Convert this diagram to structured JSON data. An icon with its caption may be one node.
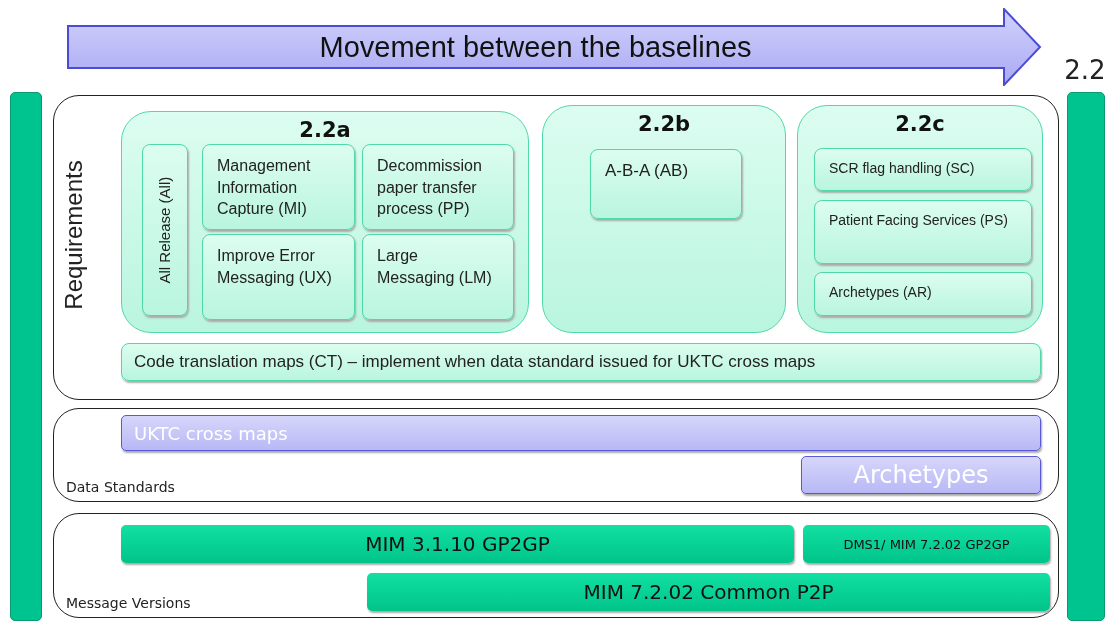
{
  "diagram": {
    "nodes": [
      {
        "text": [
          "Movement between the baselines"
        ]
      },
      {
        "text": [
          "2.2"
        ]
      },
      {
        "text": [],
        "shape": "bar"
      },
      {
        "text": [
          "Requirements"
        ]
      },
      {
        "text": [
          "2.2a"
        ],
        "in": 3
      },
      {
        "text": [
          "All Release (All)"
        ],
        "in": 4
      },
      {
        "text": [
          "Management Information Capture (MI)"
        ],
        "in": 4
      },
      {
        "text": [
          "Decommission paper transfer process (PP)"
        ],
        "in": 4
      },
      {
        "text": [
          "Improve Error Messaging (UX)"
        ],
        "in": 4
      },
      {
        "text": [
          "Large Messaging (LM)"
        ],
        "in": 4
      },
      {
        "text": [
          "2.2b"
        ],
        "in": 3
      },
      {
        "text": [
          "A-B-A (AB)"
        ],
        "in": 10
      },
      {
        "text": [
          "2.2c"
        ],
        "in": 3
      },
      {
        "text": [
          "SCR flag handling (SC)"
        ],
        "in": 12
      },
      {
        "text": [
          "Patient Facing Services (PS)"
        ],
        "in": 12
      },
      {
        "text": [
          "Archetypes (AR)"
        ],
        "in": 12
      },
      {
        "text": [
          "Code translation maps (CT) – implement when data standard issued for UKTC cross maps"
        ],
        "in": 3
      },
      {
        "text": [
          "Data Standards"
        ]
      },
      {
        "text": [
          "UKTC cross maps"
        ],
        "in": 17
      },
      {
        "text": [
          "Archetypes"
        ],
        "in": 17
      },
      {
        "text": [
          "Message Versions"
        ]
      },
      {
        "text": [
          "MIM 3.1.10 GP2GP"
        ],
        "in": 20
      },
      {
        "text": [
          "DMS1/ MIM 7.2.02 GP2GP"
        ],
        "in": 20
      },
      {
        "text": [
          "MIM 7.2.02 Common P2P"
        ],
        "in": 20
      }
    ],
    "edges": []
  }
}
